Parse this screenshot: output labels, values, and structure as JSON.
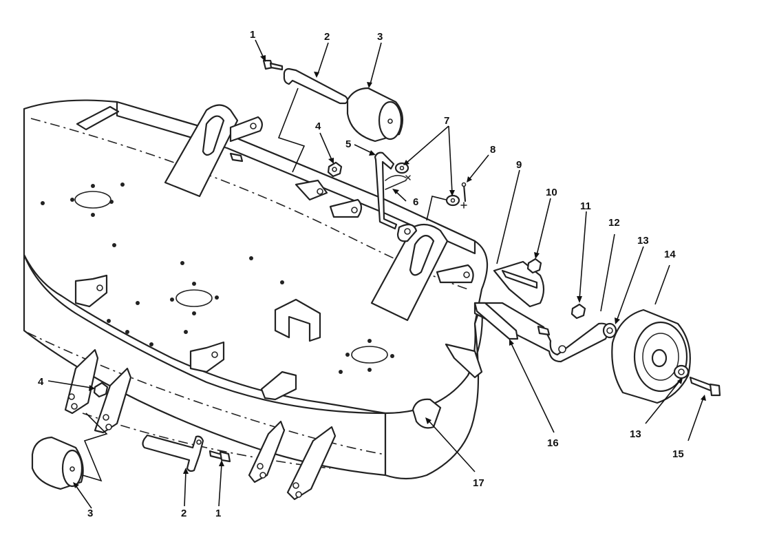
{
  "callouts": [
    {
      "id": "c1a",
      "label": "1"
    },
    {
      "id": "c2a",
      "label": "2"
    },
    {
      "id": "c3a",
      "label": "3"
    },
    {
      "id": "c4a",
      "label": "4"
    },
    {
      "id": "c5",
      "label": "5"
    },
    {
      "id": "c6",
      "label": "6"
    },
    {
      "id": "c7",
      "label": "7"
    },
    {
      "id": "c8",
      "label": "8"
    },
    {
      "id": "c9",
      "label": "9"
    },
    {
      "id": "c10",
      "label": "10"
    },
    {
      "id": "c11",
      "label": "11"
    },
    {
      "id": "c12",
      "label": "12"
    },
    {
      "id": "c13a",
      "label": "13"
    },
    {
      "id": "c14",
      "label": "14"
    },
    {
      "id": "c4b",
      "label": "4"
    },
    {
      "id": "c13b",
      "label": "13"
    },
    {
      "id": "c15",
      "label": "15"
    },
    {
      "id": "c16",
      "label": "16"
    },
    {
      "id": "c17",
      "label": "17"
    },
    {
      "id": "c3b",
      "label": "3"
    },
    {
      "id": "c2b",
      "label": "2"
    },
    {
      "id": "c1b",
      "label": "1"
    }
  ]
}
